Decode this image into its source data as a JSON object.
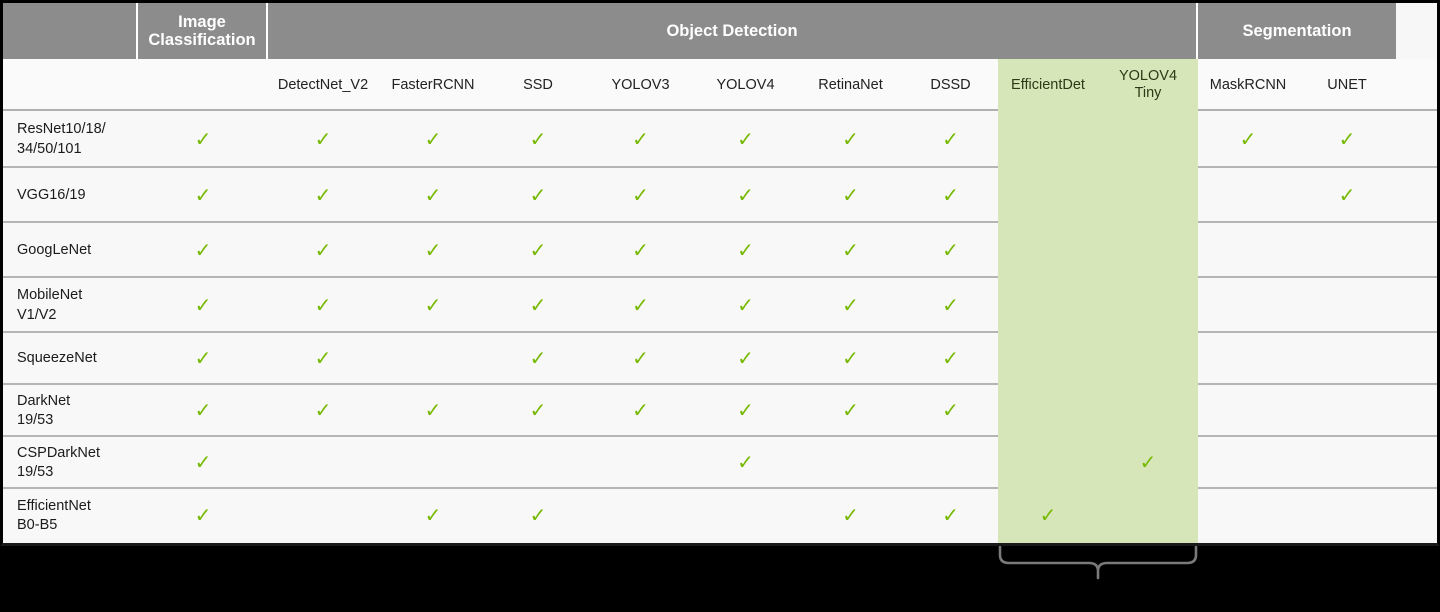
{
  "table": {
    "group_headers": [
      {
        "label": "",
        "span": 1,
        "name": "group-header-blank"
      },
      {
        "label": "Image\nClassification",
        "span": 1,
        "name": "group-header-image-classification"
      },
      {
        "label": "Object Detection",
        "span": 9,
        "name": "group-header-object-detection"
      },
      {
        "label": "Segmentation",
        "span": 2,
        "name": "group-header-segmentation"
      }
    ],
    "columns": [
      {
        "label": "",
        "key": "backbone",
        "highlight": false
      },
      {
        "label": "",
        "key": "image_classification",
        "highlight": false
      },
      {
        "label": "DetectNet_V2",
        "key": "detectnet_v2",
        "highlight": false
      },
      {
        "label": "FasterRCNN",
        "key": "fasterrcnn",
        "highlight": false
      },
      {
        "label": "SSD",
        "key": "ssd",
        "highlight": false
      },
      {
        "label": "YOLOV3",
        "key": "yolov3",
        "highlight": false
      },
      {
        "label": "YOLOV4",
        "key": "yolov4",
        "highlight": false
      },
      {
        "label": "RetinaNet",
        "key": "retinanet",
        "highlight": false
      },
      {
        "label": "DSSD",
        "key": "dssd",
        "highlight": false
      },
      {
        "label": "EfficientDet",
        "key": "efficientdet",
        "highlight": true
      },
      {
        "label": "YOLOV4\nTiny",
        "key": "yolov4_tiny",
        "highlight": true
      },
      {
        "label": "MaskRCNN",
        "key": "maskrcnn",
        "highlight": false
      },
      {
        "label": "UNET",
        "key": "unet",
        "highlight": false
      }
    ],
    "rows": [
      {
        "label": "ResNet10/18/\n34/50/101",
        "marks": [
          true,
          true,
          true,
          true,
          true,
          true,
          true,
          true,
          false,
          false,
          true,
          true
        ]
      },
      {
        "label": "VGG16/19",
        "marks": [
          true,
          true,
          true,
          true,
          true,
          true,
          true,
          true,
          false,
          false,
          false,
          true
        ]
      },
      {
        "label": "GoogLeNet",
        "marks": [
          true,
          true,
          true,
          true,
          true,
          true,
          true,
          true,
          false,
          false,
          false,
          false
        ]
      },
      {
        "label": "MobileNet\nV1/V2",
        "marks": [
          true,
          true,
          true,
          true,
          true,
          true,
          true,
          true,
          false,
          false,
          false,
          false
        ]
      },
      {
        "label": "SqueezeNet",
        "marks": [
          true,
          true,
          false,
          true,
          true,
          true,
          true,
          true,
          false,
          false,
          false,
          false
        ]
      },
      {
        "label": "DarkNet\n19/53",
        "marks": [
          true,
          true,
          true,
          true,
          true,
          true,
          true,
          true,
          false,
          false,
          false,
          false
        ]
      },
      {
        "label": "CSPDarkNet\n19/53",
        "marks": [
          true,
          false,
          false,
          false,
          false,
          true,
          false,
          false,
          false,
          true,
          false,
          false
        ]
      },
      {
        "label": "EfficientNet\nB0-B5",
        "marks": [
          true,
          false,
          true,
          true,
          false,
          false,
          true,
          true,
          true,
          false,
          false,
          false
        ]
      }
    ],
    "check_glyph": "✓"
  },
  "colors": {
    "header_gray": "#8c8c8c",
    "highlight_green": "#d6e6b8",
    "check_green": "#76b900",
    "row_bg": "#f8f8f8",
    "grid_line": "#b5b5b5",
    "page_bg": "#000000"
  },
  "annotation": {
    "brace_label": "",
    "brace_name": "highlight-brace"
  }
}
